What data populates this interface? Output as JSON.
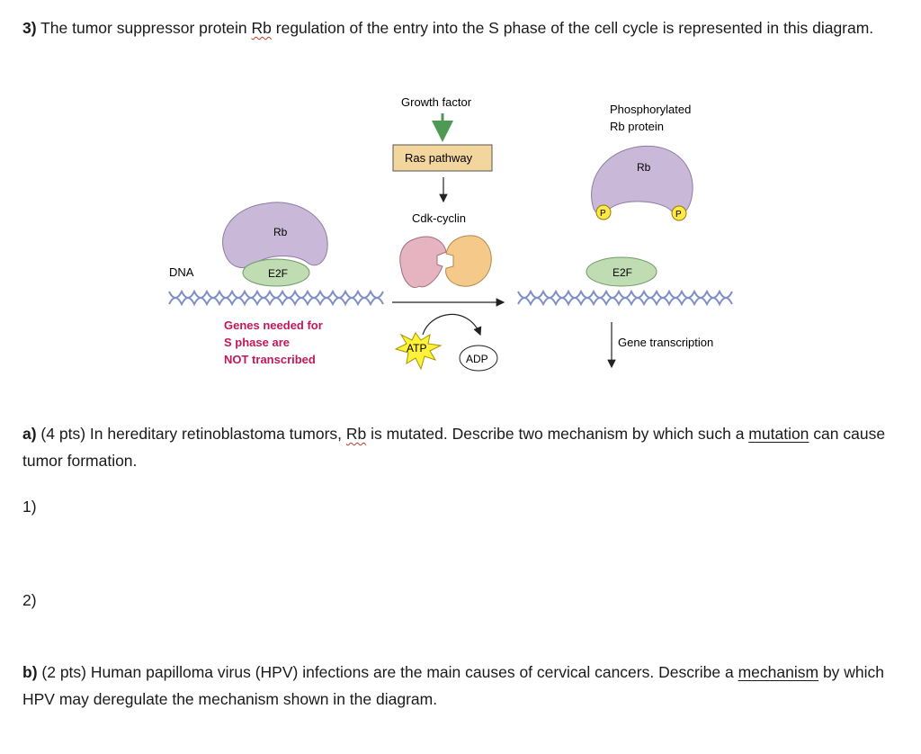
{
  "question3": {
    "number": "3)",
    "text_before": " The tumor suppressor protein ",
    "rb_word": "Rb",
    "text_after": " regulation of the entry into the S phase of the cell cycle is represented in this diagram."
  },
  "diagram": {
    "dna_label": "DNA",
    "rb_label_left": "Rb",
    "e2f_label_left": "E2F",
    "genes_line1": "Genes needed for",
    "genes_line2": "S phase are",
    "genes_line3": "NOT transcribed",
    "growth_factor_label": "Growth factor",
    "ras_pathway_label": "Ras pathway",
    "cdk_cyclin_label": "Cdk-cyclin",
    "atp_label": "ATP",
    "adp_label": "ADP",
    "phos_line1": "Phosphorylated",
    "phos_line2": "Rb protein",
    "rb_label_right": "Rb",
    "p_label_left": "P",
    "p_label_right": "P",
    "e2f_label_right": "E2F",
    "gene_transcription_label": "Gene transcription",
    "colors": {
      "rb": "#c9b8d8",
      "e2f": "#bfdcb2",
      "dna": "#7f8fc8",
      "ras_box": "#f3d59e",
      "cdk": "#e6b4c0",
      "cyclin": "#f4c98a",
      "atp_star": "#fff23a",
      "genes_text": "#c2185b",
      "p_circle": "#ffe845",
      "arrow_green": "#4f9a52"
    }
  },
  "question_a": {
    "label": "a)",
    "text_before": " (4 pts) In hereditary retinoblastoma tumors, ",
    "rb_word": "Rb",
    "text_middle": " is mutated. Describe two mechanism by which such a ",
    "underlined": "mutation",
    "text_after": " can cause tumor formation."
  },
  "answer_numbers": {
    "one": "1)",
    "two": "2)"
  },
  "question_b": {
    "label": "b)",
    "text_before": " (2 pts) Human papilloma virus (HPV) infections are the main causes of cervical cancers. Describe a ",
    "underlined": "mechanism",
    "text_after": " by which HPV may deregulate the mechanism shown in the diagram."
  }
}
